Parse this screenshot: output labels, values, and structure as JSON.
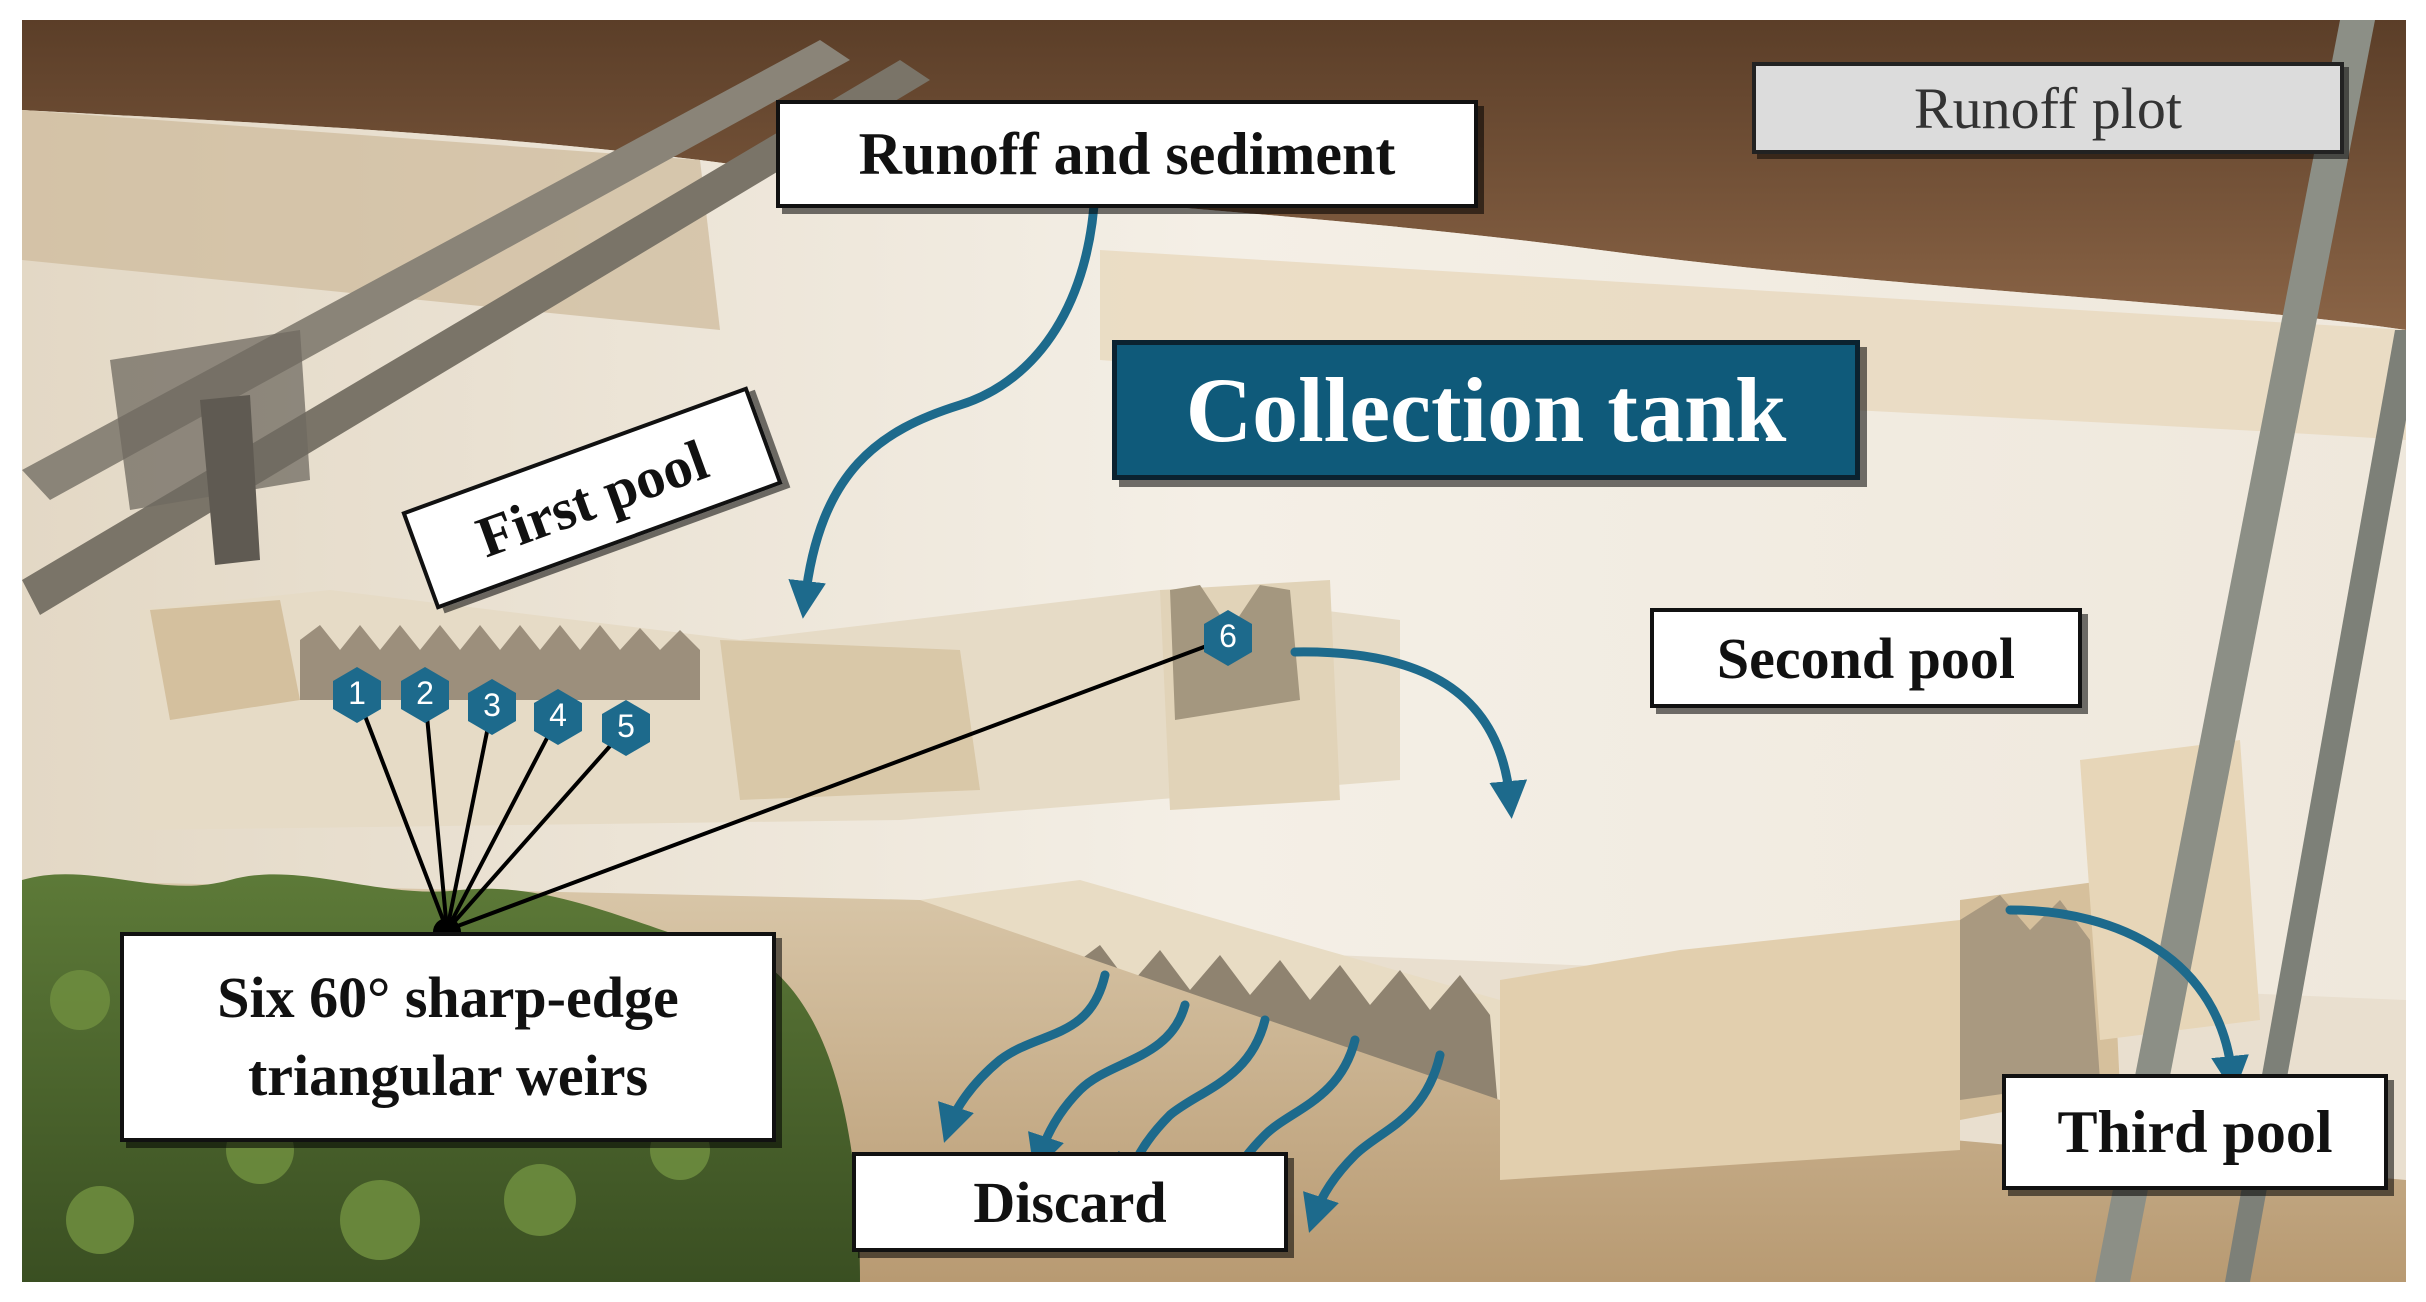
{
  "labels": {
    "runoff_plot": "Runoff plot",
    "runoff_sediment": "Runoff and sediment",
    "collection_tank": "Collection tank",
    "first_pool": "First pool",
    "second_pool": "Second pool",
    "third_pool": "Third pool",
    "discard": "Discard",
    "weirs_line1": "Six 60° sharp-edge",
    "weirs_line2": "triangular weirs"
  },
  "weir_markers": [
    "1",
    "2",
    "3",
    "4",
    "5",
    "6"
  ],
  "colors": {
    "arrow": "#1d6a8c",
    "tank_label": "#0f5a7a",
    "marker": "#1d6a8c",
    "soil": "#6b4a30",
    "concrete": "#ece4d6",
    "vegetation": "#4f6a30"
  }
}
